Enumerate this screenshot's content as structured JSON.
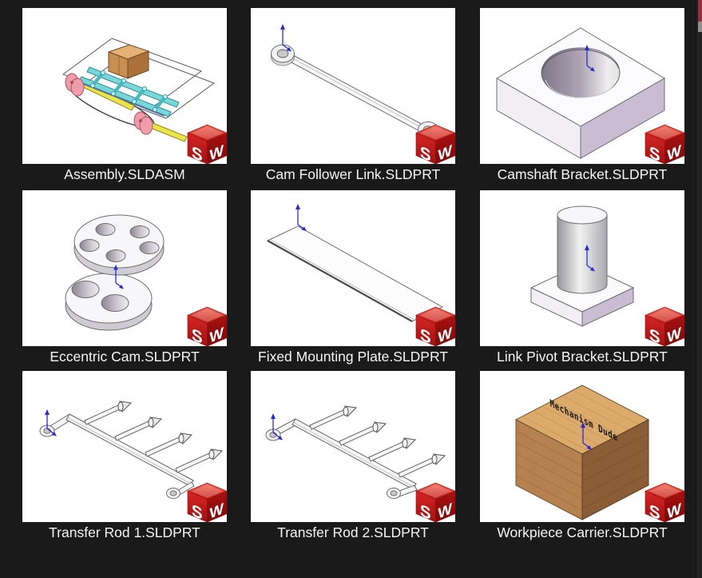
{
  "gallery": {
    "items": [
      {
        "label": "Assembly.SLDASM"
      },
      {
        "label": "Cam Follower Link.SLDPRT"
      },
      {
        "label": "Camshaft Bracket.SLDPRT"
      },
      {
        "label": "Eccentric Cam.SLDPRT"
      },
      {
        "label": "Fixed Mounting Plate.SLDPRT"
      },
      {
        "label": "Link Pivot Bracket.SLDPRT"
      },
      {
        "label": "Transfer Rod 1.SLDPRT"
      },
      {
        "label": "Transfer Rod 2.SLDPRT"
      },
      {
        "label": "Workpiece Carrier.SLDPRT"
      }
    ]
  },
  "solidworks_logo": {
    "letter_s": "S",
    "letter_w": "W",
    "top_color": "#e03a2c",
    "left_color": "#c31a1d",
    "right_color": "#97100f"
  },
  "workpiece_engraving": "Mechanism Dude",
  "colors": {
    "background": "#1a1a1a",
    "thumbnail_bg": "#ffffff",
    "label_text": "#f5f5f5",
    "side_face_lavender": "#cabdd3",
    "origin_triad_blue": "#2b2bc8",
    "wood_top": "#dcaa6b",
    "wood_left": "#b5824f",
    "wood_right": "#8a5d36"
  }
}
